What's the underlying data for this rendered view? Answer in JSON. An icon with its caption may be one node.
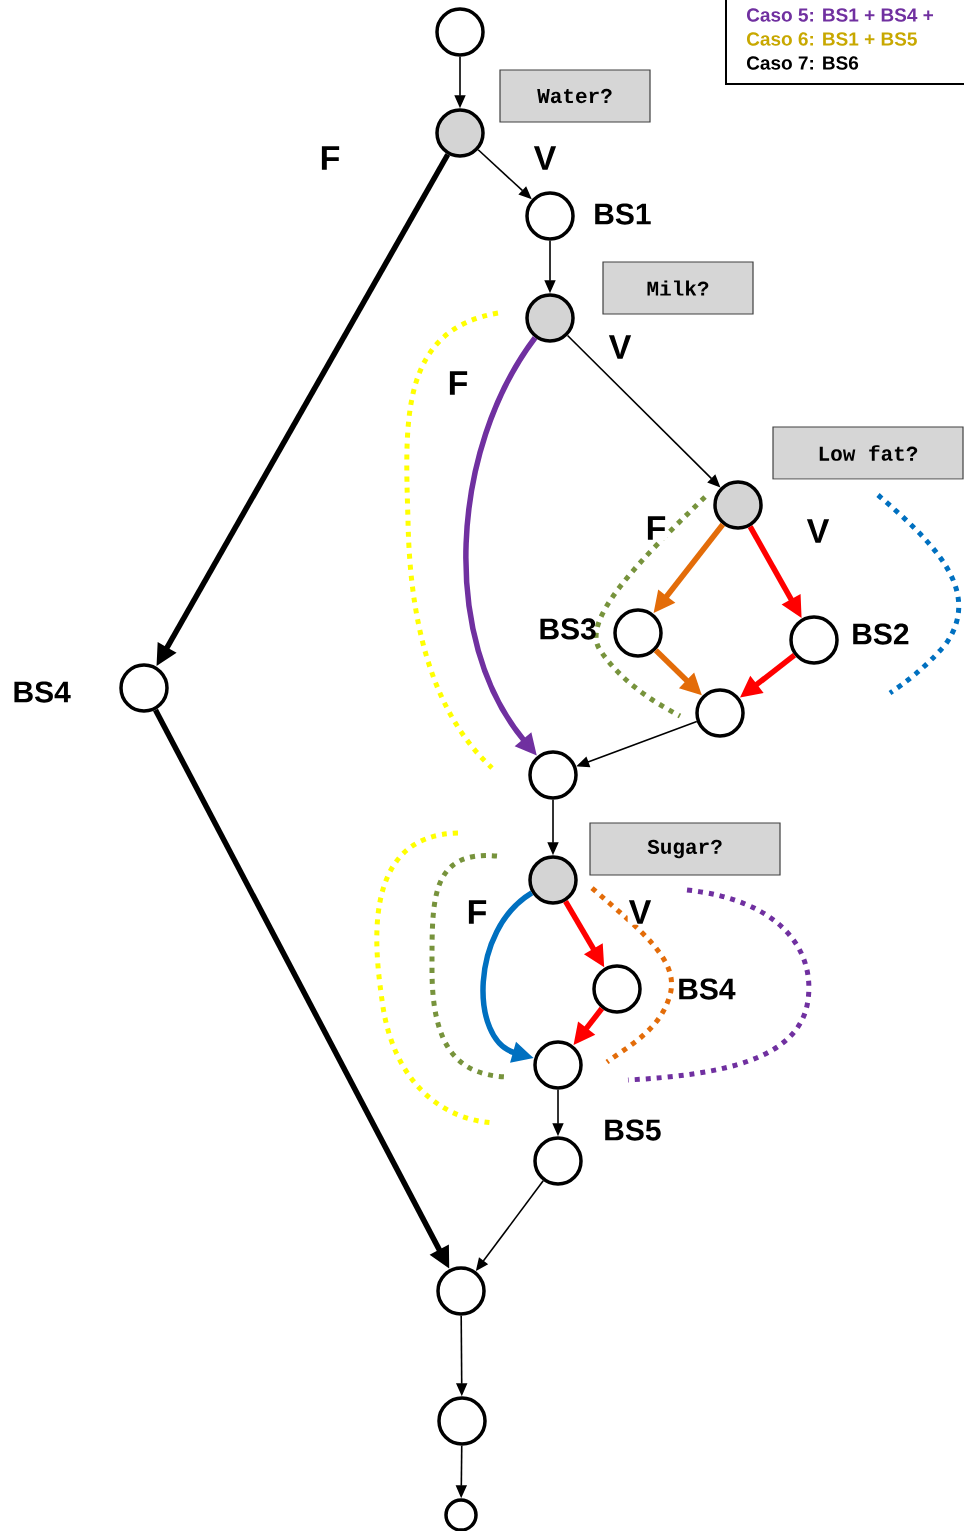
{
  "diagram": {
    "nodes": [
      {
        "text": [],
        "shape": "circle"
      },
      {
        "text": [
          "Water?"
        ]
      },
      {
        "text": [],
        "shape": "circle"
      },
      {
        "text": [],
        "shape": "circle",
        "beside": [
          "BS1"
        ]
      },
      {
        "text": [
          "Milk?"
        ]
      },
      {
        "text": [],
        "shape": "circle"
      },
      {
        "text": [
          "Low fat?"
        ]
      },
      {
        "text": [],
        "shape": "circle"
      },
      {
        "text": [],
        "shape": "circle",
        "beside": [
          "BS3"
        ]
      },
      {
        "text": [],
        "shape": "circle",
        "beside": [
          "BS2"
        ]
      },
      {
        "text": [],
        "shape": "circle",
        "beside": [
          "BS4"
        ]
      },
      {
        "text": [],
        "shape": "circle"
      },
      {
        "text": [],
        "shape": "circle"
      },
      {
        "text": [
          "Sugar?"
        ]
      },
      {
        "text": [],
        "shape": "circle"
      },
      {
        "text": [],
        "shape": "circle",
        "beside": [
          "BS4"
        ]
      },
      {
        "text": [],
        "shape": "circle"
      },
      {
        "text": [],
        "shape": "circle",
        "beside": [
          "BS5"
        ]
      },
      {
        "text": [],
        "shape": "circle"
      },
      {
        "text": [],
        "shape": "circle"
      },
      {
        "text": [],
        "shape": "circle"
      }
    ],
    "edges": [
      {
        "from": 0,
        "to": 2,
        "arrow": "to"
      },
      {
        "from": 2,
        "to": 10,
        "arrow": "to",
        "label": "F",
        "style": "thick"
      },
      {
        "from": 2,
        "to": 3,
        "arrow": "to",
        "label": "V"
      },
      {
        "from": 3,
        "to": 5,
        "arrow": "to"
      },
      {
        "from": 5,
        "to": 12,
        "arrow": "to",
        "label": "F",
        "style": "thick",
        "color": "#7030a0"
      },
      {
        "from": 5,
        "to": 7,
        "arrow": "to",
        "label": "V"
      },
      {
        "from": 7,
        "to": 8,
        "arrow": "to",
        "label": "F",
        "style": "thick",
        "color": "#e36c09"
      },
      {
        "from": 7,
        "to": 9,
        "arrow": "to",
        "label": "V",
        "style": "thick",
        "color": "#ff0000"
      },
      {
        "from": 8,
        "to": 11,
        "arrow": "to",
        "style": "thick",
        "color": "#e36c09"
      },
      {
        "from": 9,
        "to": 11,
        "arrow": "to",
        "style": "thick",
        "color": "#ff0000"
      },
      {
        "from": 11,
        "to": 12,
        "arrow": "to"
      },
      {
        "from": 12,
        "to": 14,
        "arrow": "to"
      },
      {
        "from": 14,
        "to": 16,
        "arrow": "to",
        "label": "F",
        "style": "thick",
        "color": "#0070c0"
      },
      {
        "from": 14,
        "to": 15,
        "arrow": "to",
        "label": "V",
        "style": "thick",
        "color": "#ff0000"
      },
      {
        "from": 15,
        "to": 16,
        "arrow": "to",
        "style": "thick",
        "color": "#ff0000"
      },
      {
        "from": 16,
        "to": 17,
        "arrow": "to"
      },
      {
        "from": 17,
        "to": 18,
        "arrow": "to"
      },
      {
        "from": 10,
        "to": 18,
        "arrow": "to",
        "style": "thick"
      },
      {
        "from": 18,
        "to": 19,
        "arrow": "to"
      },
      {
        "from": 19,
        "to": 20,
        "arrow": "to"
      }
    ],
    "legend": [
      {
        "text": "Caso 5: BS1 + BS4 +",
        "color": "#7030a0"
      },
      {
        "text": "Caso 6: BS1 + BS5",
        "color": "#c8a800"
      },
      {
        "text": "Caso 7: BS6",
        "color": "#000000"
      }
    ]
  }
}
